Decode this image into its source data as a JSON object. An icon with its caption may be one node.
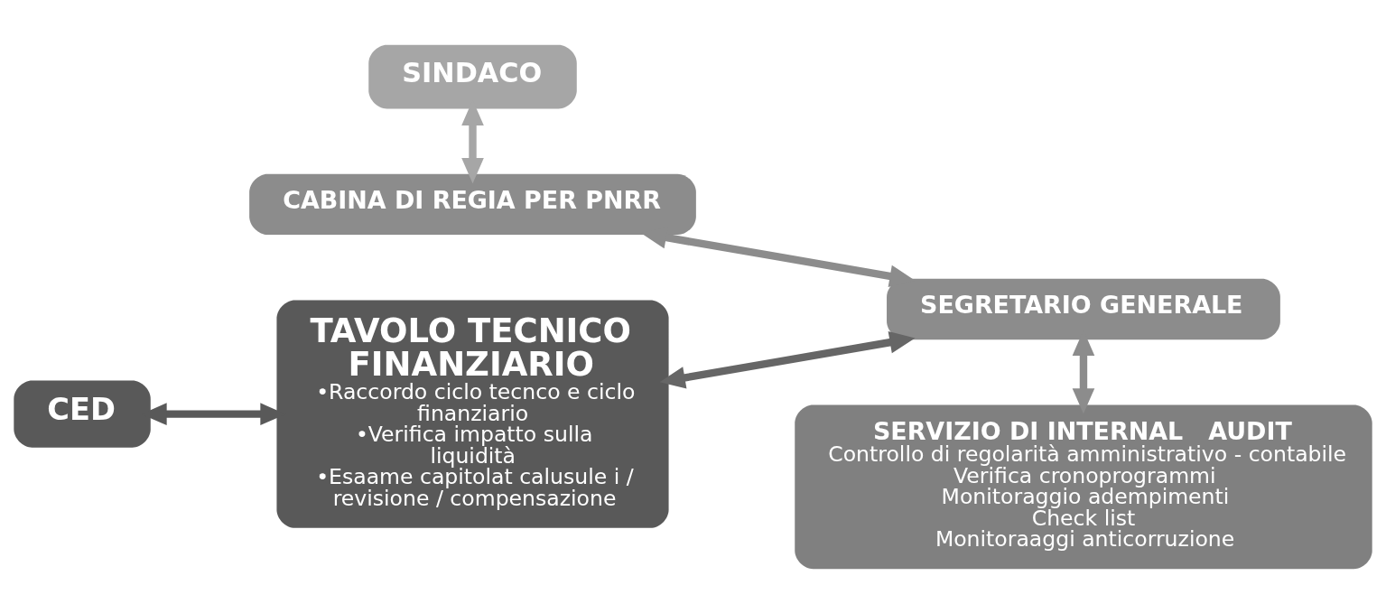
{
  "diagram": {
    "nodes": [
      {
        "text": [
          "SINDACO"
        ]
      },
      {
        "text": [
          "CABINA DI REGIA PER PNRR"
        ]
      },
      {
        "text": [
          "SEGRETARIO GENERALE"
        ]
      },
      {
        "text": [
          "CED"
        ]
      },
      {
        "text": [
          "TAVOLO TECNICO FINANZIARIO",
          "•Raccordo ciclo tecnco e ciclo finanziario",
          "•Verifica impatto sulla liquidità",
          "•Esaame capitolat calusule i / revisione / compensazione"
        ]
      },
      {
        "text": [
          "SERVIZIO DI INTERNAL   AUDIT",
          "Controllo di regolarità amministrativo - contabile",
          "Verifica cronoprogrammi",
          "Monitoraggio adempimenti",
          "Check list",
          "Monitoraaggi anticorruzione"
        ]
      }
    ],
    "edges": [
      {
        "from": 0,
        "to": 1,
        "arrow": "both",
        "color": "#a6a6a6"
      },
      {
        "from": 1,
        "to": 2,
        "arrow": "both"
      },
      {
        "from": 4,
        "to": 2,
        "arrow": "both",
        "color": "#666666"
      },
      {
        "from": 2,
        "to": 5,
        "arrow": "both"
      },
      {
        "from": 3,
        "to": 4,
        "arrow": "both",
        "color": "#595959"
      }
    ]
  }
}
